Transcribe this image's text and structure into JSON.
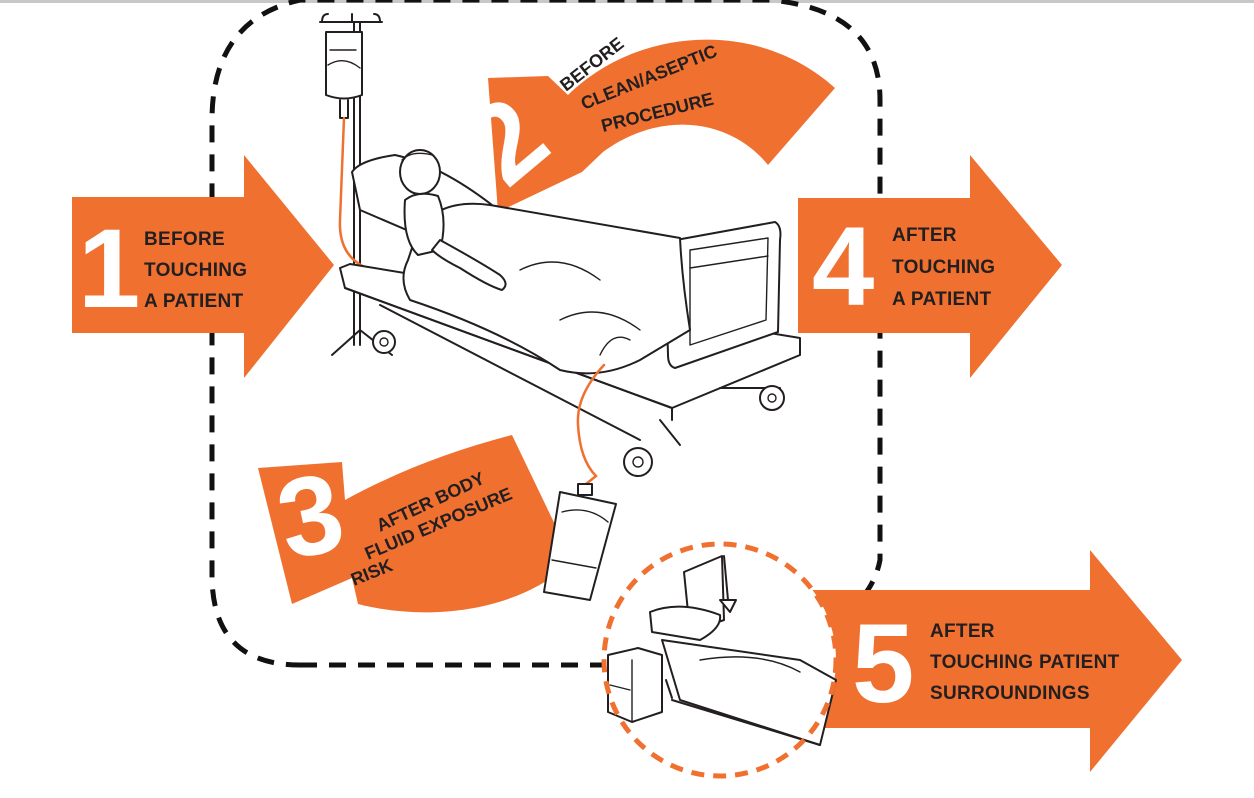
{
  "colors": {
    "accent": "#f07030",
    "ink": "#231f20",
    "background": "#ffffff"
  },
  "moments": [
    {
      "number": "1",
      "lines": [
        "BEFORE",
        "TOUCHING",
        "A PATIENT"
      ]
    },
    {
      "number": "2",
      "lines": [
        "BEFORE",
        "CLEAN/ASEPTIC",
        "PROCEDURE"
      ]
    },
    {
      "number": "3",
      "lines": [
        "AFTER BODY",
        "FLUID EXPOSURE",
        "RISK"
      ]
    },
    {
      "number": "4",
      "lines": [
        "AFTER",
        "TOUCHING",
        "A PATIENT"
      ]
    },
    {
      "number": "5",
      "lines": [
        "AFTER",
        "TOUCHING PATIENT",
        "SURROUNDINGS"
      ]
    }
  ],
  "icons": [
    "iv-drip-icon",
    "hospital-bed-icon",
    "patient-icon",
    "drainage-bag-icon",
    "bedside-cabinet-icon"
  ]
}
